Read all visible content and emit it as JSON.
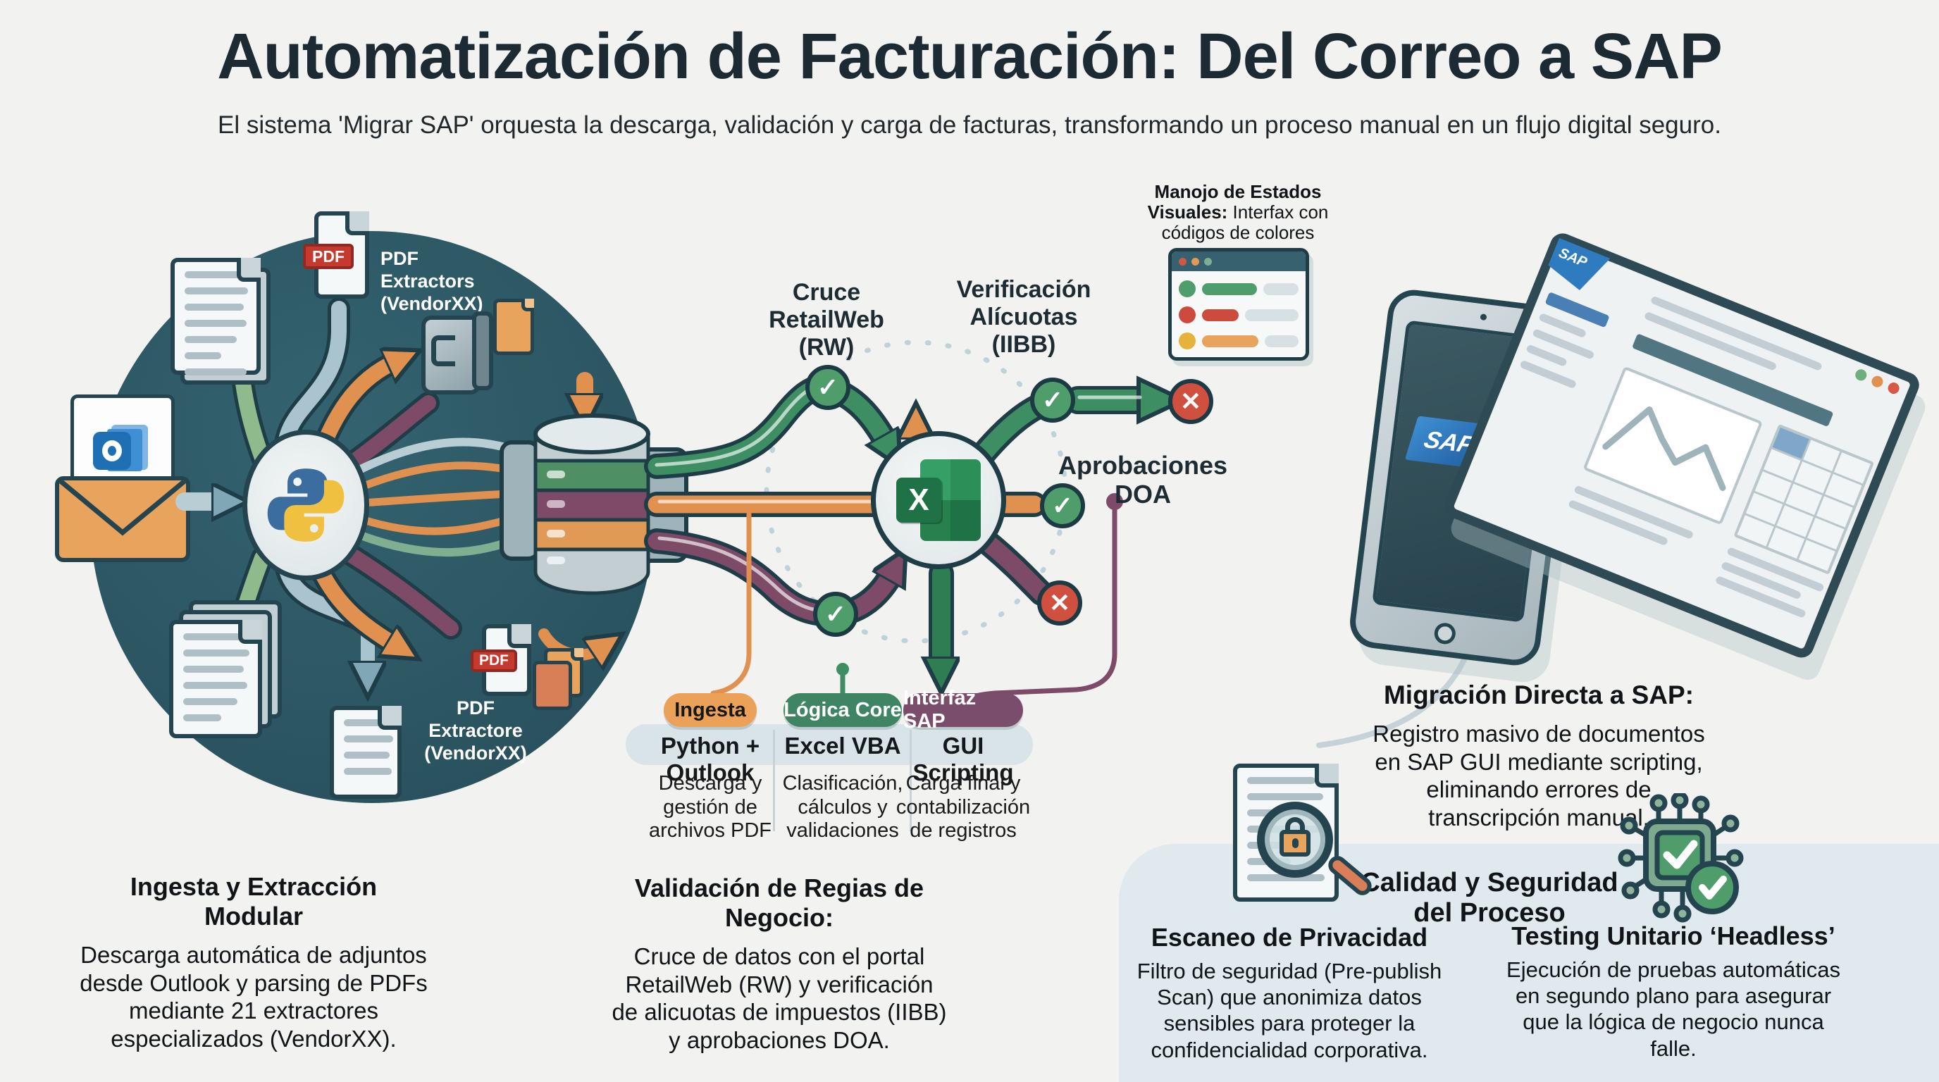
{
  "title": "Automatización de Facturación: Del Correo a SAP",
  "subtitle": "El sistema 'Migrar SAP' orquesta la descarga, validación y carga de facturas, transformando un proceso manual en un flujo digital seguro.",
  "colors": {
    "background": "#f2f3f1",
    "ink": "#1b2a33",
    "teal_circle": "#2d5562",
    "pipe_orange": "#e0914f",
    "pipe_green": "#3e8e63",
    "pipe_sage": "#8fba8c",
    "pipe_bluegray": "#a9c4cf",
    "pipe_purple": "#7d4a68",
    "check_green": "#4e9d6a",
    "cross_red": "#d0503f",
    "band": "#e0e9ed",
    "pill_ingesta": "#eba157",
    "pill_logica": "#3f8463",
    "pill_interfaz": "#7b4d6d",
    "sap_blue": "#2f7bc0",
    "excel_green": "#1f7245",
    "outlook_blue": "#1f6fb5",
    "pdf_red": "#c6392f"
  },
  "icons": {
    "check_glyph": "✓",
    "cross_glyph": "✕",
    "excel_x": "X",
    "pdf_badge": "PDF",
    "sap_logo": "SAP"
  },
  "ingest": {
    "pdf_extractors_top_label": "PDF Extractors (VendorXX)",
    "pdf_extractors_bottom_label": "PDF Extractore (VendorXX)"
  },
  "validation": {
    "cruce_label": "Cruce RetailWeb (RW)",
    "verificacion_label": "Verificación Alícuotas (IIBB)",
    "aprobaciones_label": "Aprobaciones DOA",
    "estados_bold": "Manojo de Estados Visuales:",
    "estados_rest": " Interfax con códigos de colores"
  },
  "columns": [
    {
      "pill": "Ingesta",
      "tech": "Python + Outlook",
      "desc": "Descarga y gestión de archivos PDF"
    },
    {
      "pill": "Lógica Core",
      "tech": "Excel VBA",
      "desc": "Clasificación, cálculos y validaciones"
    },
    {
      "pill": "Interfaz SAP",
      "tech": "GUI Scripting",
      "desc": "Carga final y contabilización de registros"
    }
  ],
  "notes": {
    "ingesta_title": "Ingesta y Extracción Modular",
    "ingesta_body": "Descarga automática de adjuntos desde Outlook y parsing de PDFs mediante 21 extractores especializados (VendorXX).",
    "validacion_title": "Validación de Regias de Negocio:",
    "validacion_body": "Cruce de datos con el portal RetailWeb (RW) y verificación de alicuotas de impuestos (IIBB) y aprobaciones DOA.",
    "migracion_title": "Migración Directa a SAP:",
    "migracion_body": "Registro masivo de documentos en SAP GUI mediante scripting, eliminando errores de transcripción manual.",
    "calidad_title": "Calidad y Seguridad del Proceso",
    "escaneo_title": "Escaneo de Privacidad",
    "escaneo_body": "Filtro de seguridad (Pre-publish Scan) que anonimiza datos sensibles para proteger la confidencialidad corporativa.",
    "testing_title": "Testing Unitario ‘Headless’",
    "testing_body": "Ejecución de pruebas automáticas en segundo plano para asegurar que la lógica de negocio nunca falle."
  }
}
